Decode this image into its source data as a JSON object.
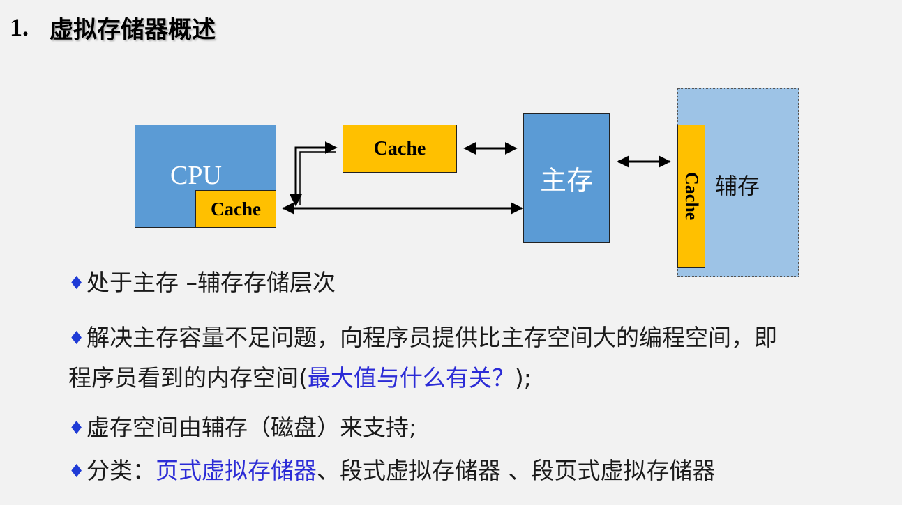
{
  "title": {
    "number": "1.",
    "text": "虚拟存储器概述"
  },
  "diagram": {
    "cpu_label": "CPU",
    "cpu_cache_label": "Cache",
    "cache_label": "Cache",
    "main_memory_label": "主存",
    "aux_cache_label": "Cache",
    "aux_memory_label": "辅存"
  },
  "bullets": {
    "b1": "处于主存 –辅存存储层次",
    "b2_line1": "解决主存容量不足问题，向程序员提供比主存空间大的编程空间，即",
    "b2_line2_pre": "程序员看到的内存空间(",
    "b2_line2_hl": "最大值与什么有关？",
    "b2_line2_post": ");",
    "b3": "虚存空间由辅存（磁盘）来支持;",
    "b4_pre": "分类：",
    "b4_hl": "页式虚拟存储器",
    "b4_post": "、段式虚拟存储器 、段页式虚拟存储器"
  },
  "colors": {
    "cpu_blue": "#5b9bd5",
    "cache_gold": "#ffc000",
    "aux_lightblue": "#9dc3e6",
    "bullet_diamond": "#1f3bd6",
    "highlight_text": "#2b2bd6"
  },
  "icons": {
    "bullet": "diamond-icon",
    "arrows": "double-headed-arrow-icon"
  }
}
